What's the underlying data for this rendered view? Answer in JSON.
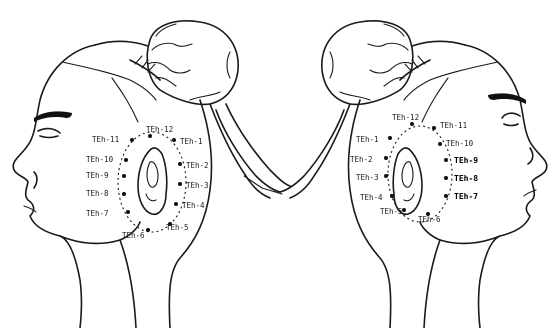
{
  "left_head": {
    "points": [
      "TEh-11",
      "TEh-12",
      "TEh-1",
      "TEh-10",
      "TEh-2",
      "TEh-9",
      "TEh-3",
      "TEh-8",
      "TEh-4",
      "TEh-7",
      "TEh-5",
      "TEh-6"
    ]
  },
  "right_head": {
    "points": [
      "TEh-12",
      "TEh-11",
      "TEh-1",
      "TEh-10",
      "TEh-2",
      "TEh-9",
      "TEh-3",
      "TEh-8",
      "TEh-4",
      "TEh-7",
      "TEh-5",
      "TEh-6"
    ]
  }
}
